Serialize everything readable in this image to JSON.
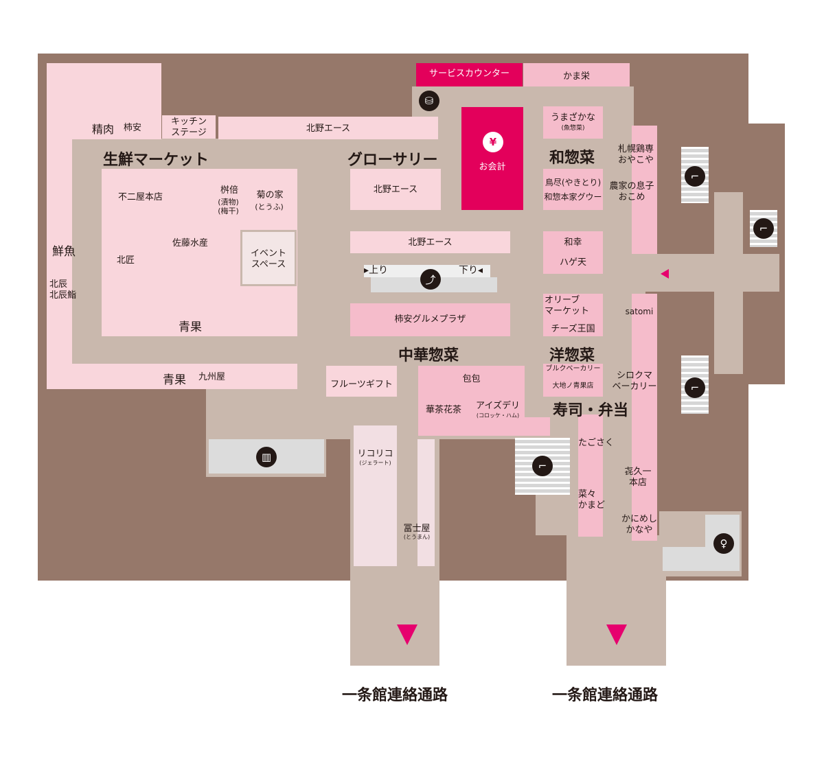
{
  "map": {
    "zones": {
      "fresh_market": "生鮮マーケット",
      "grocery": "グローサリー",
      "japanese_deli": "和惣菜",
      "western_deli": "洋惣菜",
      "chinese_deli": "中華惣菜",
      "sushi_bento": "寿司・弁当"
    },
    "shops": {
      "service_counter": "サービスカウンター",
      "kamaei": "かま栄",
      "kitano_ace_top": "北野エース",
      "kitchen_stage": "キッチン\nステージ",
      "seiniku": "精肉",
      "kakiyasu_meat": "柿安",
      "checkout": "お会計",
      "yen_symbol": "¥",
      "umazakana": "うまざかな",
      "umazakana_sub": "(魚惣菜)",
      "sapporo_oyakoya": "札幌鶏専\nおやこや",
      "torijin": "鳥尽(やきとり)",
      "washo_honke": "和惣本家グウー",
      "nouka": "農家の息子\nおこめ",
      "kitano_ace_mid": "北野エース",
      "kitano_ace_low": "北野エース",
      "fujiya": "不二屋本店",
      "masubai": "桝倍",
      "masubai_sub": "(漬物)\n(梅干)",
      "kikunoya": "菊の家",
      "kikunoya_sub": "(とうふ)",
      "sato_suisan": "佐藤水産",
      "kitasho": "北匠",
      "event_space": "イベント\nスペース",
      "seika_inner": "青果",
      "sengyo": "鮮魚",
      "kitatatsu": "北辰\n北辰鮨",
      "seika_bottom": "青果",
      "kyushuya": "九州屋",
      "wako": "和幸",
      "hagiten": "ハゲ天",
      "olive_market": "オリーブ\nマーケット",
      "cheese_oukoku": "チーズ王国",
      "satomi": "satomi",
      "kakiyasu_gourmet": "柿安グルメプラザ",
      "fruit_gift": "フルーツギフト",
      "paopao": "包包",
      "kachakacha": "華茶花茶",
      "ice_deli": "アイズデリ",
      "ice_deli_sub": "(コロッケ・ハム)",
      "bulk_bakery": "ブルクベーカリー",
      "daichi": "大地ノ青果店",
      "shirokuma": "シロクマ\nベーカリー",
      "ricorico": "リコリコ",
      "ricorico_sub": "(ジェラート)",
      "fujiya_lower": "冨士屋",
      "fujiya_lower_sub": "(とうまん)",
      "tagosaku": "たごさく",
      "nanakamado": "菜々\nかまど",
      "kikyu": "㐂久一\n本店",
      "kanimeshi": "かにめし\nかなや",
      "up": "上り",
      "down": "下り"
    },
    "exits": [
      "一条館連絡通路",
      "一条館連絡通路"
    ],
    "icons": [
      "escalator-icon",
      "elevator-icon",
      "stairs-icon",
      "womens-restroom-icon",
      "yen-icon"
    ],
    "colors": {
      "accent": "#e3005b",
      "wall": "#96786a",
      "corridor": "#c9b8ad",
      "shop": "#f9d6dc"
    }
  }
}
